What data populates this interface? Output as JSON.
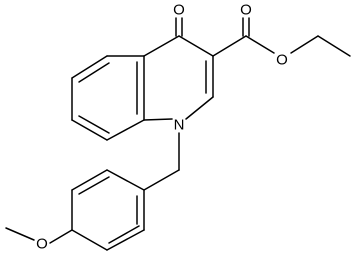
{
  "structure": {
    "atoms": {
      "O_ketone": "O",
      "O_ester_carbonyl": "O",
      "O_ester_link": "O",
      "N_ring": "N",
      "O_methoxy": "O"
    }
  },
  "colors": {
    "bond": "#000000",
    "label": "#000000",
    "background": "#ffffff"
  }
}
